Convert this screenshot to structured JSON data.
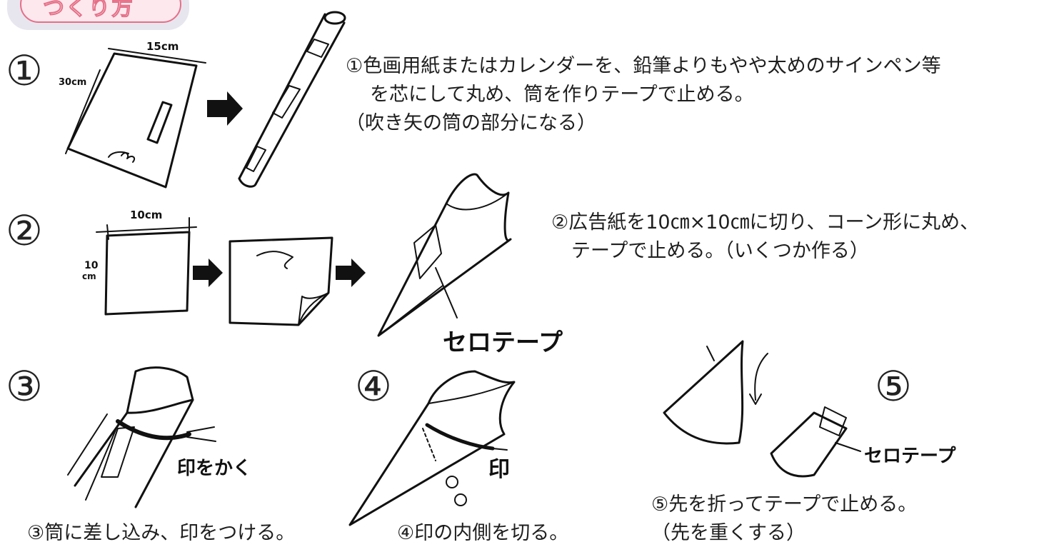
{
  "header": {
    "label": "つくり方"
  },
  "steps": [
    {
      "number": "①",
      "lines": [
        "①色画用紙またはカレンダーを、鉛筆よりもやや太めのサインペン等",
        "を芯にして丸め、筒を作りテープで止める。",
        "（吹き矢の筒の部分になる）"
      ],
      "annotations": {
        "width": "15cm",
        "height": "30cm"
      }
    },
    {
      "number": "②",
      "lines": [
        "②広告紙を10㎝×10㎝に切り、コーン形に丸め、",
        "テープで止める。（いくつか作る）"
      ],
      "annotations": {
        "width": "10cm",
        "height_top": "10",
        "height_unit": "cm",
        "tape": "セロテープ"
      }
    },
    {
      "number": "③",
      "lines": [
        "③筒に差し込み、印をつける。"
      ],
      "annotations": {
        "mark": "印をかく"
      }
    },
    {
      "number": "④",
      "lines": [
        "④印の内側を切る。"
      ],
      "annotations": {
        "mark": "印"
      }
    },
    {
      "number": "⑤",
      "lines": [
        "⑤先を折ってテープで止める。",
        "（先を重くする）"
      ],
      "annotations": {
        "tape": "セロテープ"
      }
    }
  ]
}
